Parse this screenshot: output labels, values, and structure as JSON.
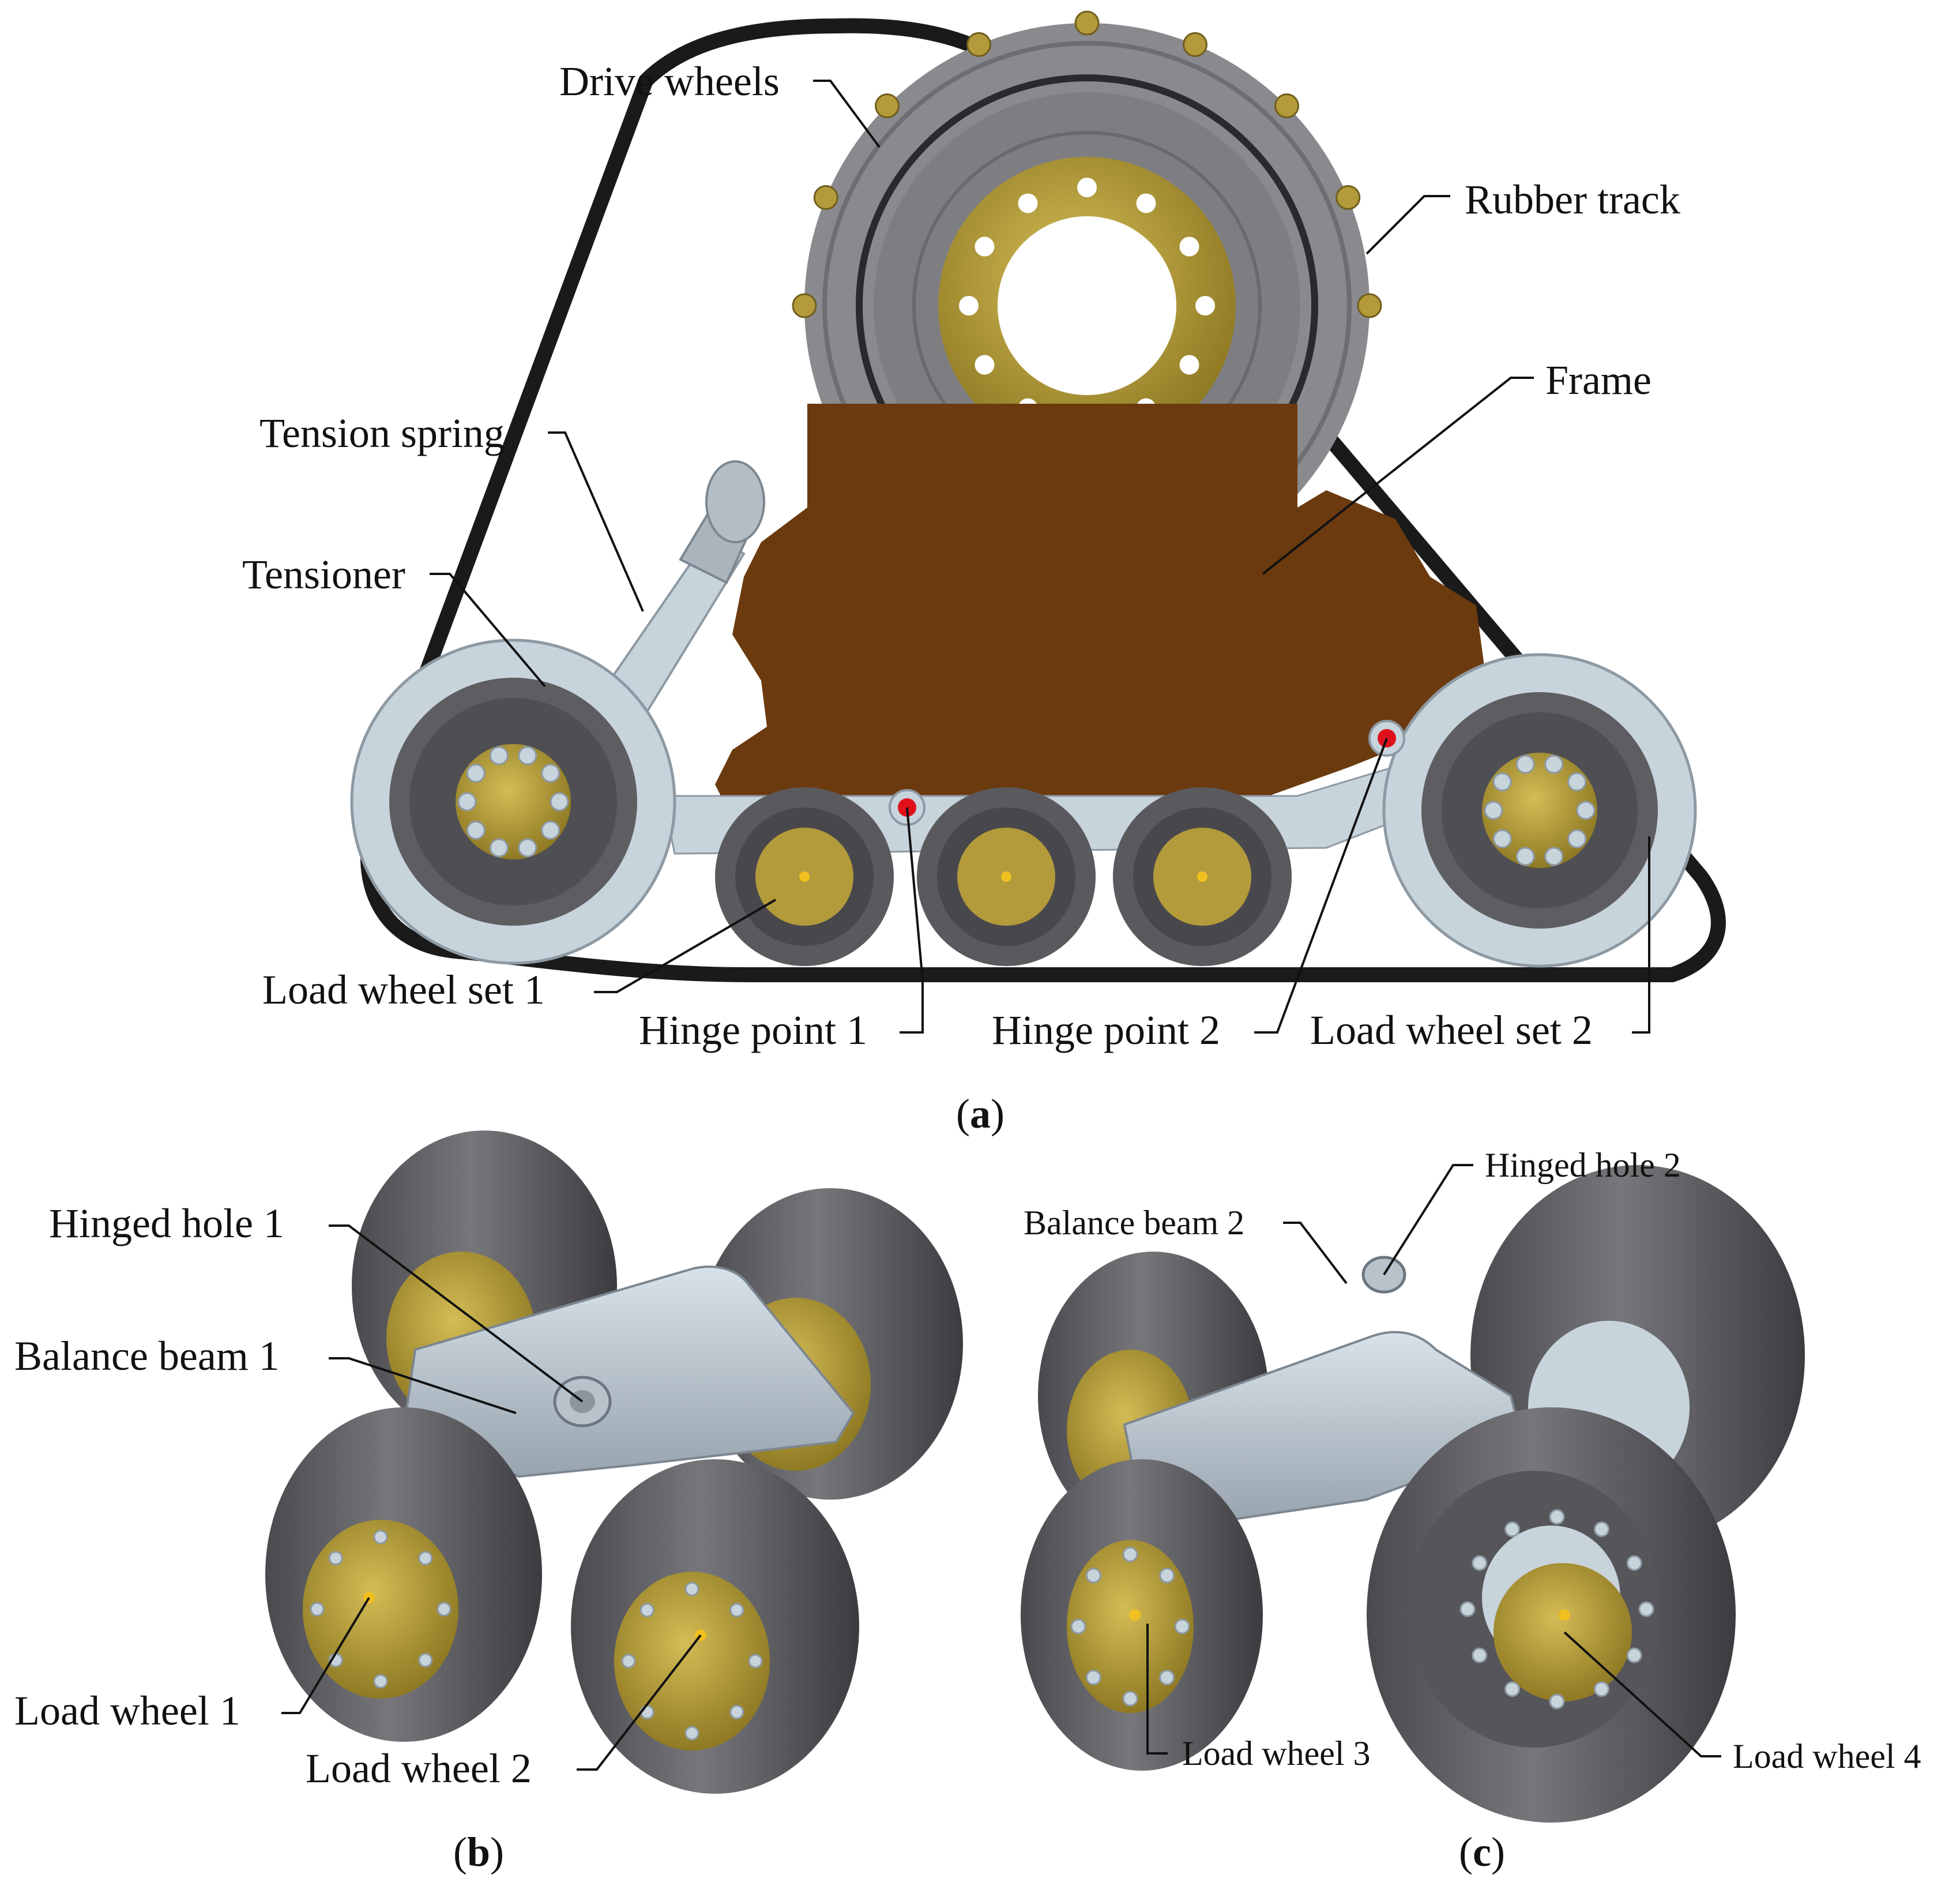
{
  "panel_a": {
    "labels": {
      "drive_wheels": "Drive wheels",
      "rubber_track": "Rubber track",
      "frame": "Frame",
      "tension_spring": "Tension spring",
      "tensioner": "Tensioner",
      "load_wheel_set_1": "Load wheel set 1",
      "hinge_point_1": "Hinge point 1",
      "hinge_point_2": "Hinge point 2",
      "load_wheel_set_2": "Load wheel set 2"
    },
    "caption": "a",
    "colors": {
      "track": "#1a1a1a",
      "frame": "#6b3a0e",
      "drive_wheel": "#8a8a8e",
      "hub": "#b39a3a",
      "idler_rim": "#c8d4dc",
      "tire": "#5a5a5e",
      "hinge_point": "#e0101a"
    }
  },
  "panel_b": {
    "labels": {
      "hinged_hole_1": "Hinged hole 1",
      "balance_beam_1": "Balance beam 1",
      "load_wheel_1": "Load wheel 1",
      "load_wheel_2": "Load wheel 2"
    },
    "caption": "b"
  },
  "panel_c": {
    "labels": {
      "hinged_hole_2": "Hinged hole 2",
      "balance_beam_2": "Balance beam 2",
      "load_wheel_3": "Load wheel 3",
      "load_wheel_4": "Load wheel 4"
    },
    "caption": "c"
  }
}
